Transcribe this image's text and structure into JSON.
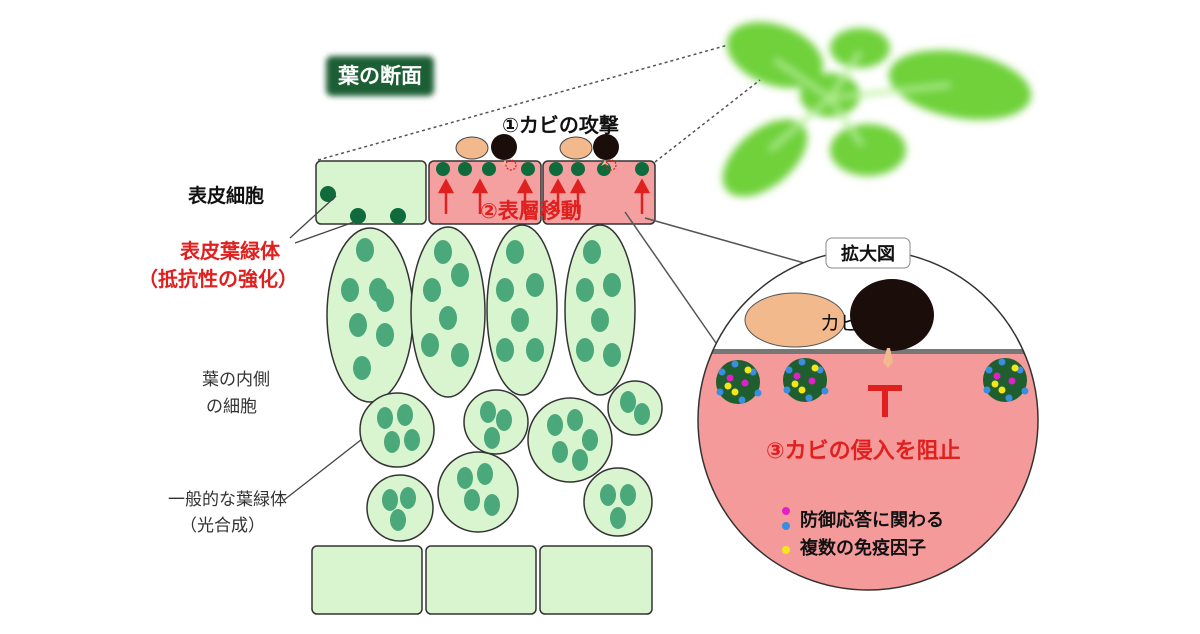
{
  "colors": {
    "cell_fill": "#d8f5d0",
    "cell_stroke": "#333333",
    "chloroplast_light": "#4aa87a",
    "chloroplast_dark": "#0f6b3c",
    "epidermis_active": "#f4a0a0",
    "red": "#e0201f",
    "fungus_spore": "#f2b98c",
    "fungus_dark": "#1a0d0a",
    "leaf_green": "#6fd13a",
    "magnify_fill": "#f59a9a",
    "label_bg": "#1a5e36",
    "factor_magenta": "#e020c8",
    "factor_blue": "#3a8ee0",
    "factor_yellow": "#f5e61a"
  },
  "labels": {
    "leaf_section": "葉の断面",
    "fungal_attack": "①カビの攻撃",
    "surface_move": "②表層移動",
    "epidermal_cell": "表皮細胞",
    "epidermal_chloroplast_1": "表皮葉緑体",
    "epidermal_chloroplast_2": "（抵抗性の強化）",
    "inner_cell_1": "葉の内側",
    "inner_cell_2": "の細胞",
    "general_chloroplast_1": "一般的な葉緑体",
    "general_chloroplast_2": "（光合成）",
    "magnified": "拡大図",
    "fungus": "カビ",
    "block": "③カビの侵入を阻止",
    "legend_1": "防御応答に関わる",
    "legend_2": "複数の免疫因子"
  },
  "icons": {
    "block_mark": "T-block-icon"
  }
}
